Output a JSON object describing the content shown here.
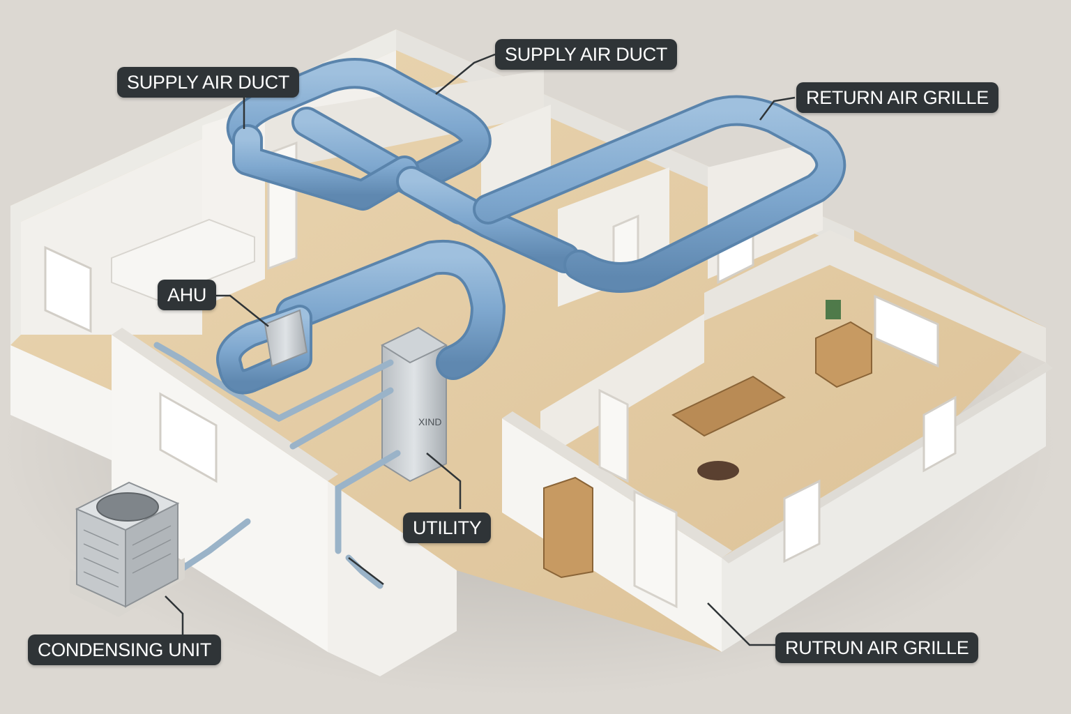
{
  "labels": {
    "supply_air_duct_left": "SUPPLY AIR DUCT",
    "supply_air_duct_top": "SUPPLY AIR DUCT",
    "return_air_grille_top": "RETURN AIR GRILLE",
    "ahu": "AHU",
    "utility": "UTILITY",
    "condensing_unit": "CONDENSING UNIT",
    "return_air_grille_bottom": "RUTRUN AIR GRILLE"
  },
  "equipment_marking": "XIND",
  "colors": {
    "background": "#dcd8d2",
    "wall": "#f3f1ed",
    "floor": "#e6cfa6",
    "duct": "#7fa8cf",
    "label_bg": "#2f3437",
    "label_text": "#ffffff"
  }
}
